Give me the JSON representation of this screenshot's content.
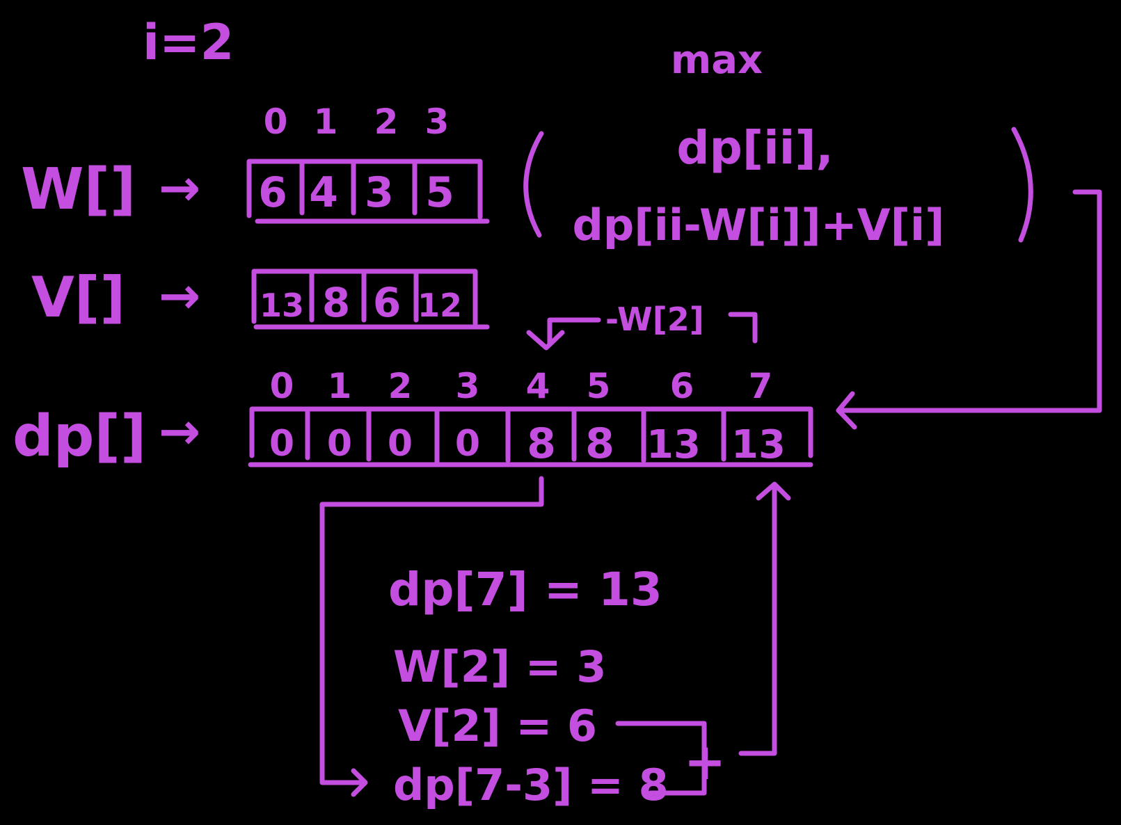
{
  "colors": {
    "ink": "#c44ee0",
    "background": "#000000"
  },
  "iteration": "i=2",
  "formula": {
    "func": "max",
    "term1": "dp[ii],",
    "term2": "dp[ii-W[i]]+V[i]",
    "offset_label": "-W[2]"
  },
  "weights": {
    "label": "W[]",
    "arrow": "→",
    "indices": [
      "0",
      "1",
      "2",
      "3"
    ],
    "values": [
      "6",
      "4",
      "3",
      "5"
    ]
  },
  "values_array": {
    "label": "V[]",
    "arrow": "→",
    "values": [
      "13",
      "8",
      "6",
      "12"
    ]
  },
  "dp": {
    "label": "dp[]",
    "arrow": "→",
    "indices": [
      "0",
      "1",
      "2",
      "3",
      "4",
      "5",
      "6",
      "7"
    ],
    "values": [
      "0",
      "0",
      "0",
      "0",
      "8",
      "8",
      "13",
      "13"
    ]
  },
  "calculation": {
    "lines": [
      "dp[7] = 13",
      "W[2] = 3",
      "V[2] = 6",
      "dp[7-3] = 8"
    ],
    "plus": "+"
  }
}
